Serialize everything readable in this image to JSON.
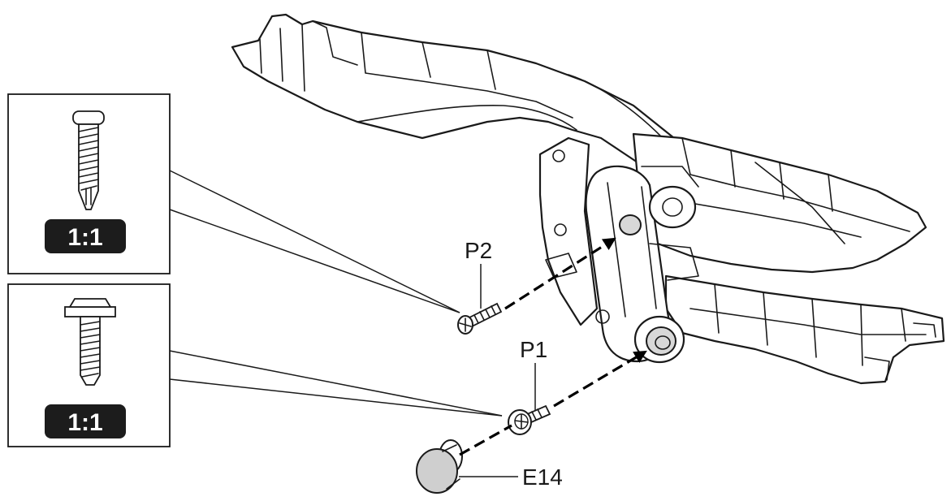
{
  "callouts": [
    {
      "scale_label": "1:1",
      "screw": "P2"
    },
    {
      "scale_label": "1:1",
      "screw": "P1"
    }
  ],
  "labels": {
    "p2": "P2",
    "p1": "P1",
    "e14": "E14"
  }
}
